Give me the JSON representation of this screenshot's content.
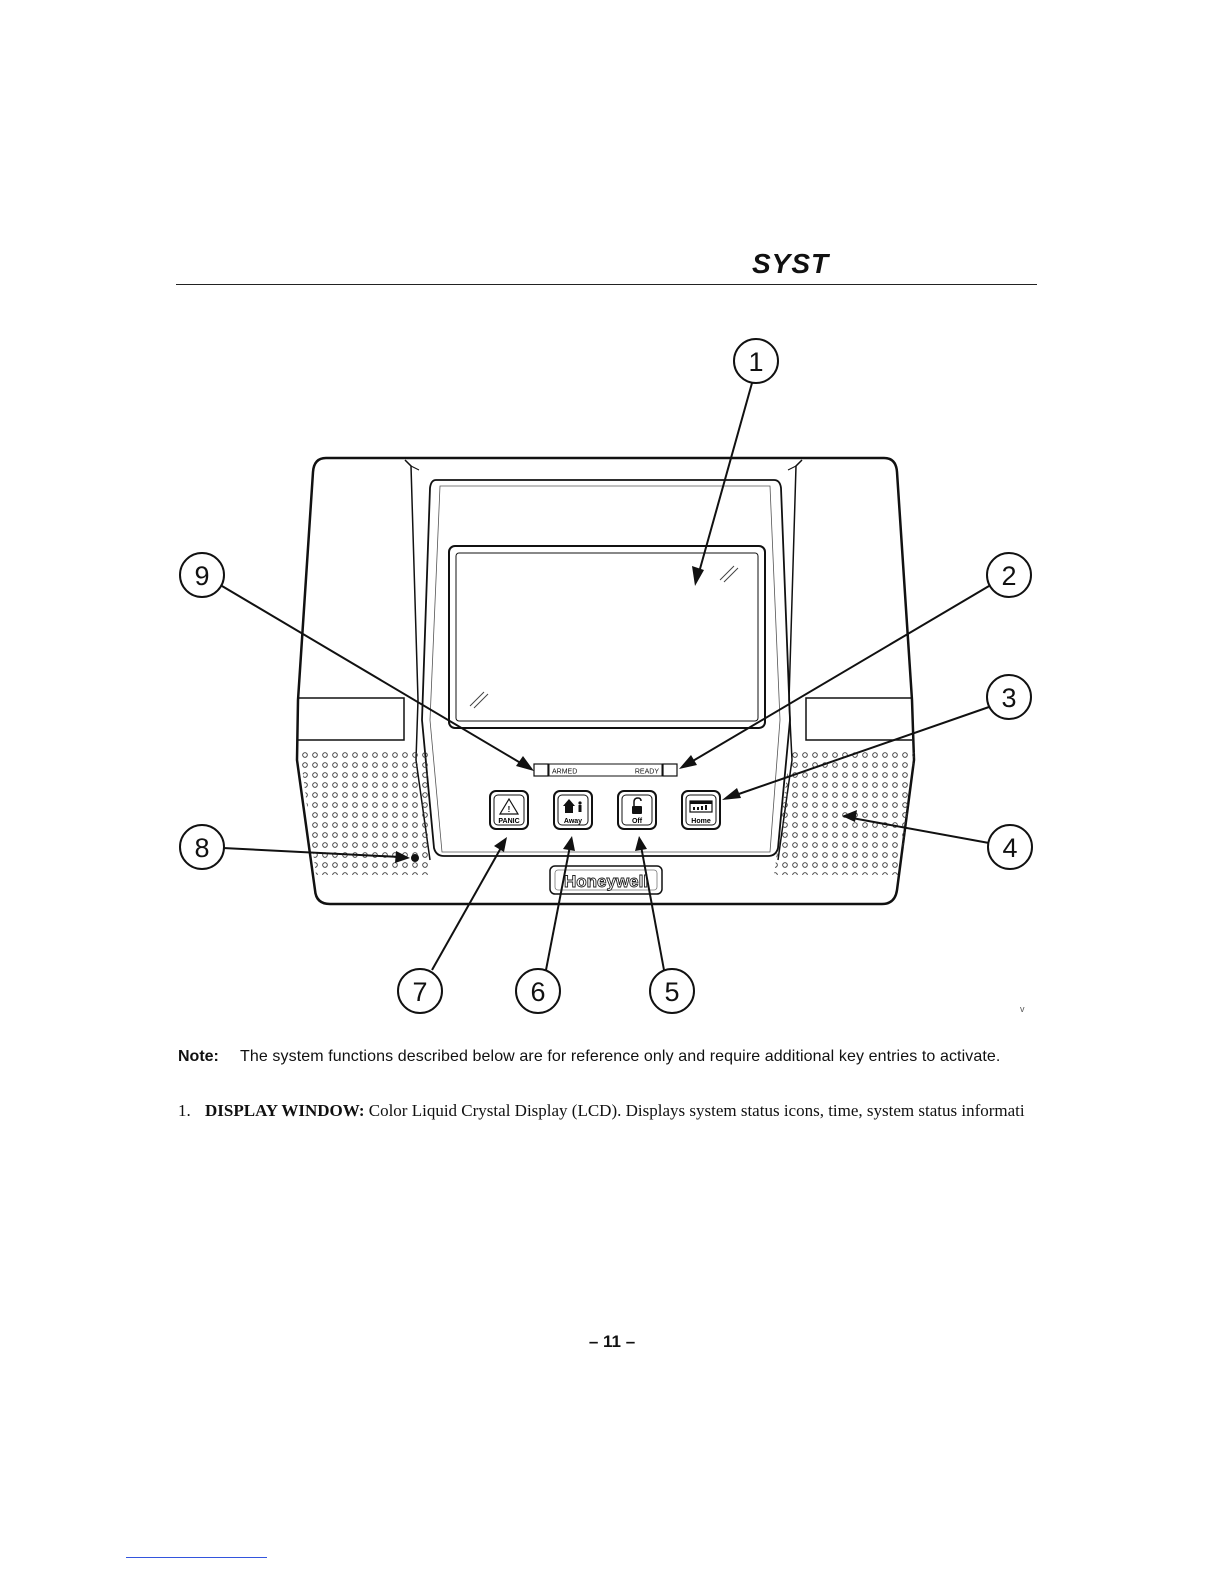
{
  "header": {
    "title": "SYST"
  },
  "device": {
    "status_left": "ARMED",
    "status_right": "READY",
    "brand": "Honeywell",
    "buttons": [
      {
        "label": "PANIC",
        "icon": "warning-triangle-icon"
      },
      {
        "label": "Away",
        "icon": "house-person-icon"
      },
      {
        "label": "Off",
        "icon": "padlock-open-icon"
      },
      {
        "label": "Home",
        "icon": "house-grid-icon"
      }
    ]
  },
  "callouts": [
    "1",
    "2",
    "3",
    "4",
    "5",
    "6",
    "7",
    "8",
    "9"
  ],
  "figure_mark": "v",
  "note": {
    "label": "Note:",
    "text": "The system functions described below are for reference only and require additional key entries to activate."
  },
  "item1": {
    "number": "1.",
    "term": "DISPLAY WINDOW:",
    "text": " Color Liquid Crystal Display (LCD).  Displays system status icons, time, system status informati"
  },
  "page_number": "– 11 –"
}
